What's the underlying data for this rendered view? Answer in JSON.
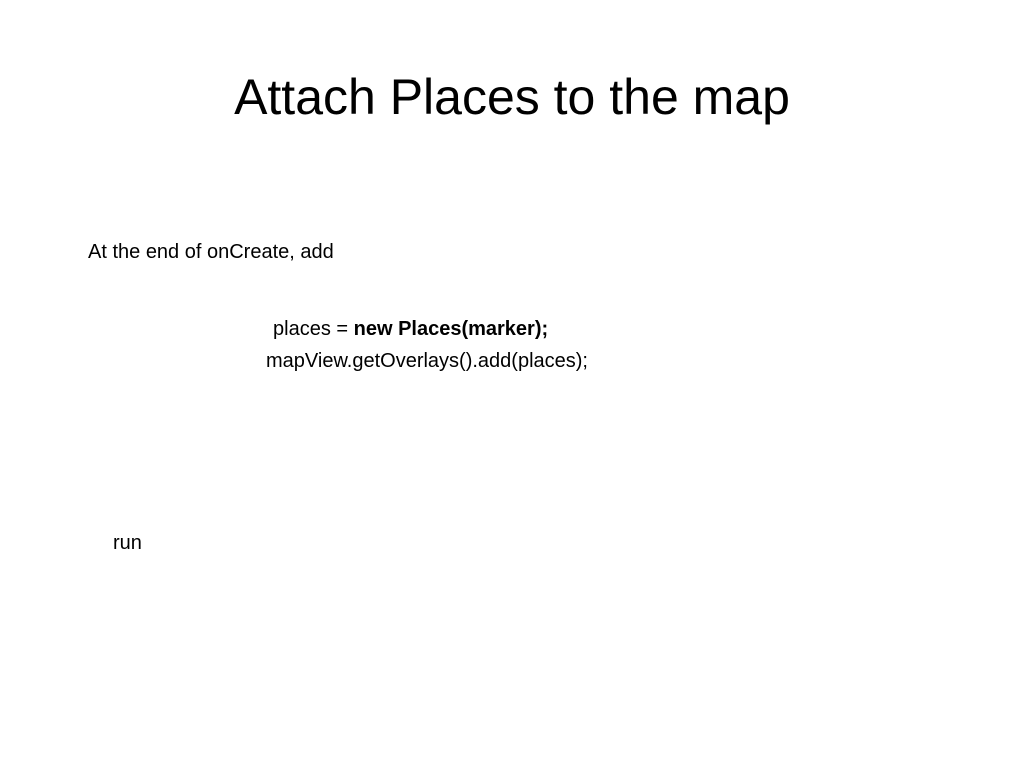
{
  "slide": {
    "title": "Attach Places to the map",
    "intro": "At the end of onCreate, add",
    "code": {
      "line1_prefix": "places = ",
      "line1_bold": "new Places(marker);",
      "line2": "mapView.getOverlays().add(places);"
    },
    "footer_text": "run"
  }
}
